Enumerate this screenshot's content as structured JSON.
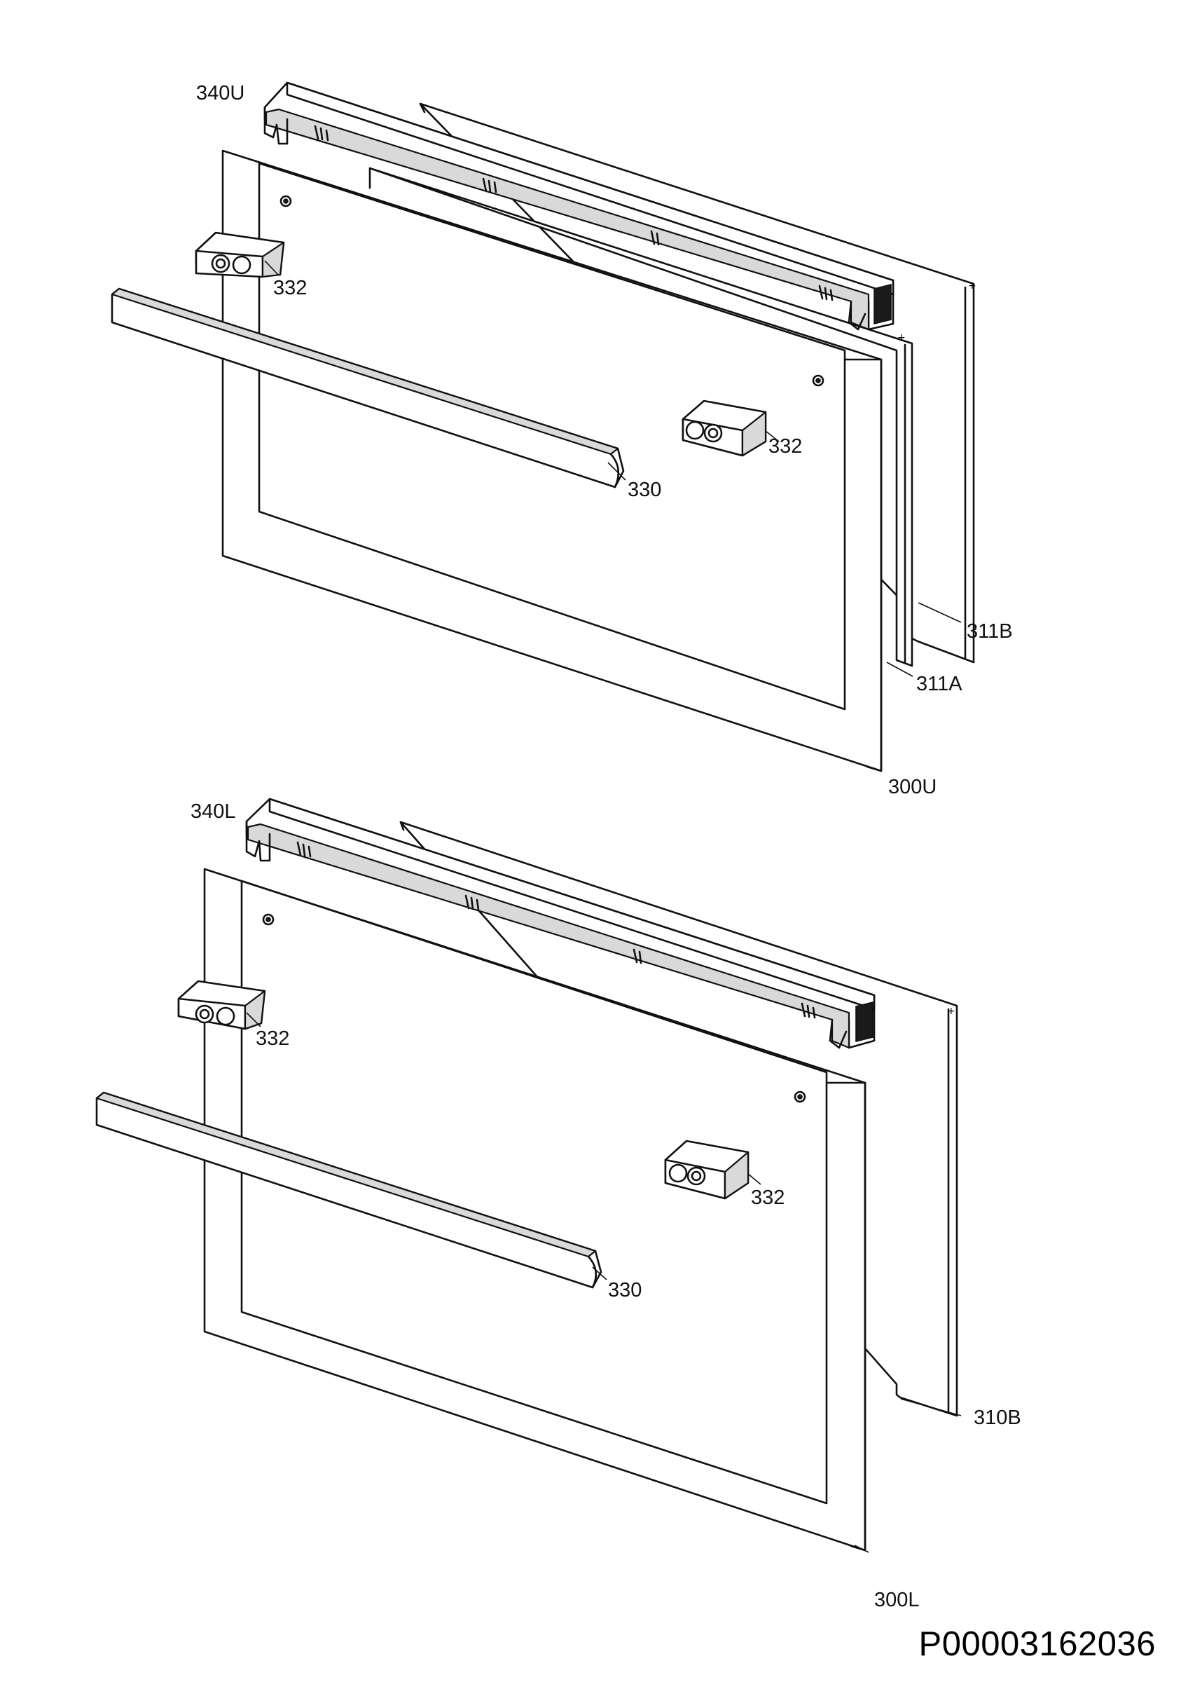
{
  "upper_assembly": {
    "labels": {
      "trim_340U": "340U",
      "block_left": "332",
      "block_right": "332",
      "handle": "330",
      "glass_311B": "311B",
      "glass_311A": "311A",
      "door_300U": "300U"
    }
  },
  "lower_assembly": {
    "labels": {
      "trim_340L": "340L",
      "block_left": "332",
      "block_right": "332",
      "handle": "330",
      "glass_310B": "310B",
      "door_300L": "300L"
    }
  },
  "drawing_id": "P00003162036"
}
